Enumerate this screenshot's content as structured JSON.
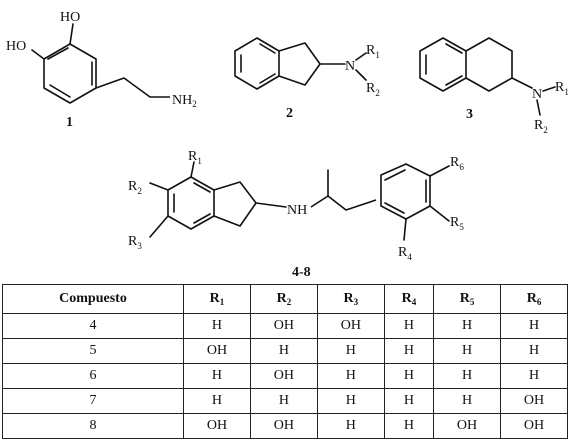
{
  "structures": {
    "s1": {
      "oh_top": "HO",
      "oh_left": "HO",
      "nh": "NH",
      "nh_sub": "2",
      "label": "1"
    },
    "s2": {
      "n": "N",
      "r": "R",
      "r1_sub": "1",
      "r2_sub": "2",
      "label": "2"
    },
    "s3": {
      "n": "N",
      "r": "R",
      "r1_sub": "1",
      "r2_sub": "2",
      "label": "3"
    },
    "s48": {
      "r": "R",
      "subs": [
        "1",
        "2",
        "3",
        "4",
        "5",
        "6"
      ],
      "nh": "NH",
      "label": "4-8"
    }
  },
  "table": {
    "headers": {
      "compound": "Compuesto",
      "r": "R",
      "subs": [
        "1",
        "2",
        "3",
        "4",
        "5",
        "6"
      ]
    },
    "rows": [
      [
        "4",
        "H",
        "OH",
        "OH",
        "H",
        "H",
        "H"
      ],
      [
        "5",
        "OH",
        "H",
        "H",
        "H",
        "H",
        "H"
      ],
      [
        "6",
        "H",
        "OH",
        "H",
        "H",
        "H",
        "H"
      ],
      [
        "7",
        "H",
        "H",
        "H",
        "H",
        "H",
        "OH"
      ],
      [
        "8",
        "OH",
        "OH",
        "H",
        "H",
        "OH",
        "OH"
      ]
    ]
  }
}
